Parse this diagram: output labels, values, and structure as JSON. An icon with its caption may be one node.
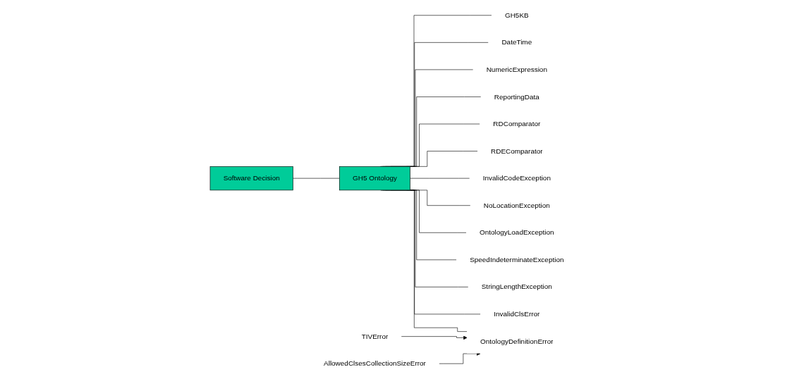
{
  "diagram": {
    "nodes": [
      {
        "text": [
          "Software Decision"
        ]
      },
      {
        "text": [
          "GH5 Ontology"
        ]
      },
      {
        "text": [
          "GH5KB"
        ]
      },
      {
        "text": [
          "DateTime"
        ]
      },
      {
        "text": [
          "NumericExpression"
        ]
      },
      {
        "text": [
          "ReportingData"
        ]
      },
      {
        "text": [
          "RDComparator"
        ]
      },
      {
        "text": [
          "RDEComparator"
        ]
      },
      {
        "text": [
          "InvalidCodeException"
        ]
      },
      {
        "text": [
          "NoLocationException"
        ]
      },
      {
        "text": [
          "OntologyLoadException"
        ]
      },
      {
        "text": [
          "SpeedIndeterminateException"
        ]
      },
      {
        "text": [
          "StringLengthException"
        ]
      },
      {
        "text": [
          "InvalidClsError"
        ]
      },
      {
        "text": [
          "OntologyDefinitionError"
        ]
      },
      {
        "text": [
          "TIVError"
        ]
      },
      {
        "text": [
          "AllowedClsesCollectionSizeError"
        ]
      }
    ],
    "edges": [
      {
        "from": 0,
        "to": 1,
        "arrow": "none"
      },
      {
        "from": 1,
        "to": 2,
        "arrow": "none"
      },
      {
        "from": 1,
        "to": 3,
        "arrow": "none"
      },
      {
        "from": 1,
        "to": 4,
        "arrow": "none"
      },
      {
        "from": 1,
        "to": 5,
        "arrow": "none"
      },
      {
        "from": 1,
        "to": 6,
        "arrow": "none"
      },
      {
        "from": 1,
        "to": 7,
        "arrow": "none"
      },
      {
        "from": 1,
        "to": 8,
        "arrow": "none"
      },
      {
        "from": 1,
        "to": 9,
        "arrow": "none"
      },
      {
        "from": 1,
        "to": 10,
        "arrow": "none"
      },
      {
        "from": 1,
        "to": 11,
        "arrow": "none"
      },
      {
        "from": 1,
        "to": 12,
        "arrow": "none"
      },
      {
        "from": 1,
        "to": 13,
        "arrow": "none"
      },
      {
        "from": 1,
        "to": 14,
        "arrow": "none"
      },
      {
        "from": 15,
        "to": 14,
        "arrow": "to"
      },
      {
        "from": 16,
        "to": 14,
        "arrow": "to"
      }
    ]
  }
}
